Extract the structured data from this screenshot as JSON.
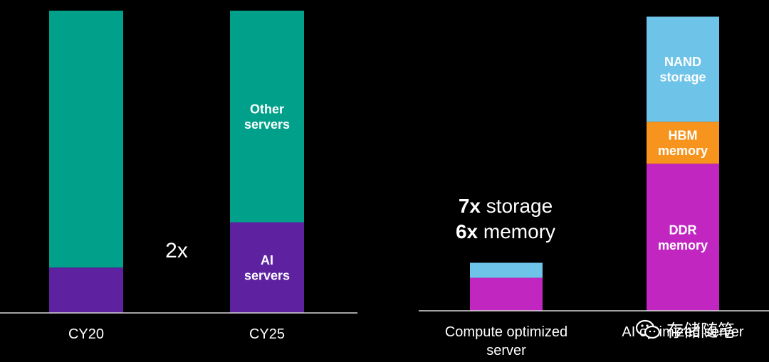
{
  "colors": {
    "background": "#000000",
    "other_servers": "#00A08A",
    "ai_servers": "#5E22A0",
    "nand": "#6EC3E8",
    "hbm": "#F7941D",
    "ddr": "#C126C1",
    "text": "#FFFFFF",
    "axis": "#D9D9D9"
  },
  "chart_data": [
    {
      "type": "bar",
      "stacked": true,
      "categories": [
        "CY20",
        "CY25"
      ],
      "series": [
        {
          "name": "AI servers",
          "label_lines": [
            "AI",
            "servers"
          ],
          "values": [
            0.15,
            0.3
          ],
          "color": "#5E22A0"
        },
        {
          "name": "Other servers",
          "label_lines": [
            "Other",
            "servers"
          ],
          "values": [
            0.85,
            0.7
          ],
          "color": "#00A08A"
        }
      ],
      "annotation": "2x",
      "ylim": [
        0,
        1
      ],
      "grid": false,
      "legend": "none"
    },
    {
      "type": "bar",
      "stacked": true,
      "categories": [
        "Compute optimized server",
        "AI optimized server"
      ],
      "category_lines": [
        [
          "Compute optimized",
          "server"
        ],
        [
          "AI optimized server"
        ]
      ],
      "series": [
        {
          "name": "DDR memory",
          "label_lines": [
            "DDR",
            "memory"
          ],
          "values": [
            0.11,
            0.49
          ],
          "color": "#C126C1"
        },
        {
          "name": "HBM memory",
          "label_lines": [
            "HBM",
            "memory"
          ],
          "values": [
            0,
            0.14
          ],
          "color": "#F7941D"
        },
        {
          "name": "NAND storage",
          "label_lines": [
            "NAND",
            "storage"
          ],
          "values": [
            0.05,
            0.35
          ],
          "color": "#6EC3E8"
        }
      ],
      "annotation_lines": [
        {
          "bold": "7x",
          "text": " storage"
        },
        {
          "bold": "6x",
          "text": " memory"
        }
      ],
      "ylim": [
        0,
        1
      ],
      "grid": false,
      "legend": "none"
    }
  ],
  "watermark": {
    "text": "存储随笔",
    "icon": "wechat-icon"
  }
}
